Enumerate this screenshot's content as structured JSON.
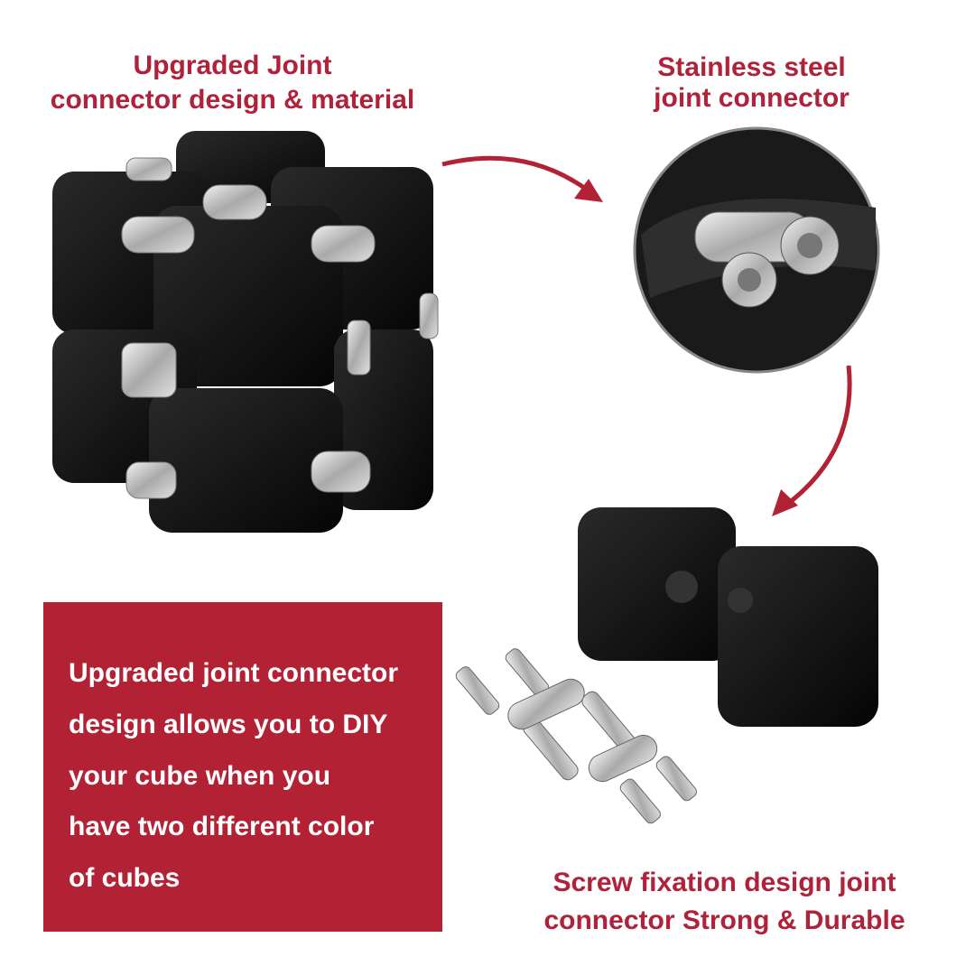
{
  "headings": {
    "top_left": [
      "Upgraded Joint",
      "connector design & material"
    ],
    "top_right": [
      "Stainless steel",
      "joint connector"
    ],
    "bottom_right": [
      "Screw fixation design joint",
      "connector Strong & Durable"
    ]
  },
  "callout_box": {
    "lines": [
      "Upgraded joint connector",
      "design allows you to DIY",
      "your cube when you",
      "have two different color",
      "of cubes"
    ]
  },
  "colors": {
    "accent": "#B22234",
    "cube": "#111111",
    "steel": "#c8c8c8"
  }
}
